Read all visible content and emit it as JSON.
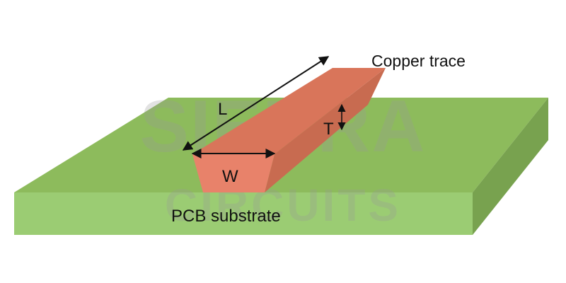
{
  "labels": {
    "copper_trace": "Copper trace",
    "length": "L",
    "width": "W",
    "thickness": "T",
    "substrate": "PCB substrate"
  },
  "watermark": {
    "line1": "SIERRA",
    "line2": "CIRCUITS"
  },
  "colors": {
    "substrate_top": "#8dbb5c",
    "substrate_front": "#9bcc73",
    "substrate_side": "#78a24f",
    "trace_top": "#d9755a",
    "trace_front": "#e8826a",
    "trace_side": "#c86b50",
    "arrow": "#111111"
  }
}
